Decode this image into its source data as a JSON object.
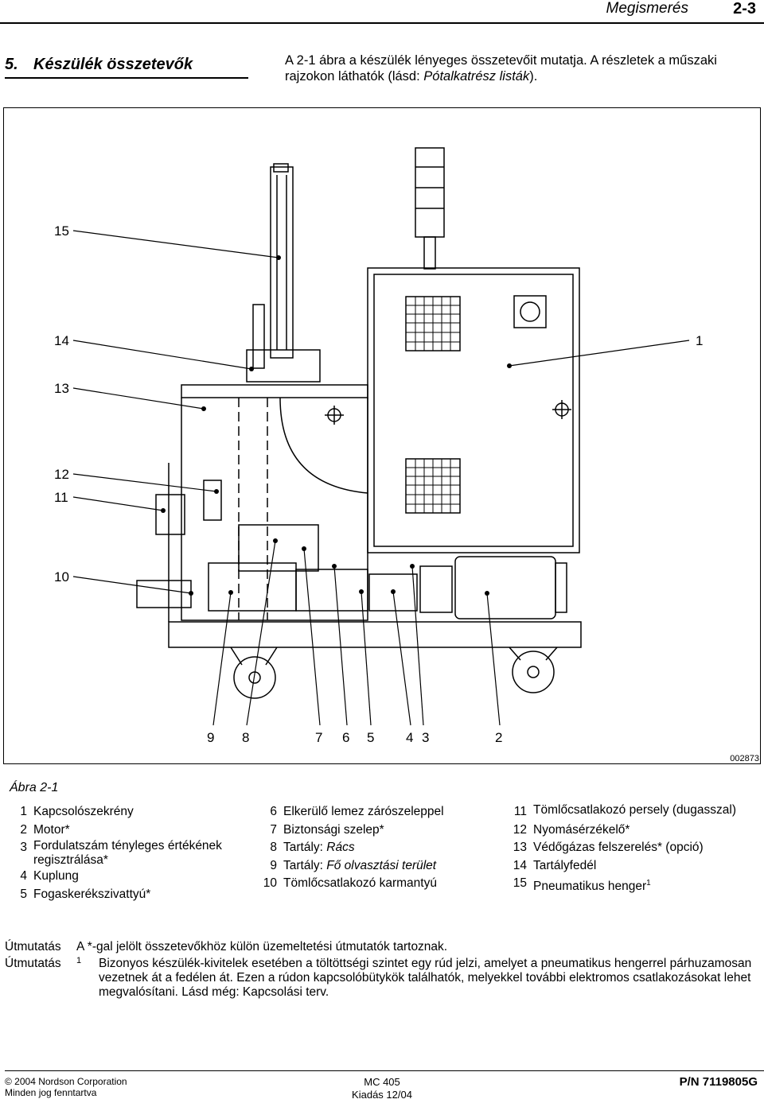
{
  "header": {
    "section_title": "Megismerés",
    "page_number": "2-3"
  },
  "section": {
    "number": "5.",
    "title": "Készülék összetevők"
  },
  "intro": {
    "text_a": "A 2-1 ábra a készülék lényeges összetevőit mutatja. A részletek a műszaki rajzokon láthatók (lásd: ",
    "text_link": "Pótalkatrész listák",
    "text_b": ")."
  },
  "figure": {
    "code": "002873",
    "caption": "Ábra 2-1",
    "callouts": [
      "1",
      "2",
      "3",
      "4",
      "5",
      "6",
      "7",
      "8",
      "9",
      "10",
      "11",
      "12",
      "13",
      "14",
      "15"
    ]
  },
  "legend": {
    "col1": [
      {
        "n": "1",
        "t": "Kapcsolószekrény"
      },
      {
        "n": "2",
        "t": "Motor*"
      },
      {
        "n": "3",
        "t": "Fordulatszám tényleges értékének regisztrálása*"
      },
      {
        "n": "4",
        "t": "Kuplung"
      },
      {
        "n": "5",
        "t": "Fogaskerékszivattyú*"
      }
    ],
    "col2": [
      {
        "n": "6",
        "t": "Elkerülő lemez zárószeleppel"
      },
      {
        "n": "7",
        "t": "Biztonsági szelep*"
      },
      {
        "n": "8",
        "t": "Tartály: ",
        "ti": "Rács"
      },
      {
        "n": "9",
        "t": "Tartály: ",
        "ti": "Fő olvasztási terület"
      },
      {
        "n": "10",
        "t": "Tömlőcsatlakozó karmantyú"
      }
    ],
    "col3": [
      {
        "n": "11",
        "t": "Tömlőcsatlakozó persely (dugasszal)"
      },
      {
        "n": "12",
        "t": "Nyomásérzékelő*"
      },
      {
        "n": "13",
        "t": "Védőgázas felszerelés* (opció)"
      },
      {
        "n": "14",
        "t": "Tartályfedél"
      },
      {
        "n": "15",
        "t": "Pneumatikus henger",
        "sup": "1"
      }
    ]
  },
  "notes": [
    {
      "label": "Útmutatás",
      "marker": "",
      "text": "A *-gal jelölt összetevőkhöz külön üzemeltetési útmutatók tartoznak."
    },
    {
      "label": "Útmutatás",
      "marker": "1",
      "text": "Bizonyos készülék-kivitelek esetében a töltöttségi szintet egy rúd jelzi, amelyet a pneumatikus hengerrel párhuzamosan vezetnek át a fedélen át. Ezen a rúdon kapcsolóbütykök találhatók, melyekkel további elektromos csatlakozásokat lehet megvalósítani. Lásd még: Kapcsolási terv."
    }
  ],
  "footer": {
    "copyright": "© 2004 Nordson Corporation",
    "rights": "Minden jog fenntartva",
    "model": "MC 405",
    "issue": "Kiadás 12/04",
    "part_number": "P/N 7119805G"
  }
}
